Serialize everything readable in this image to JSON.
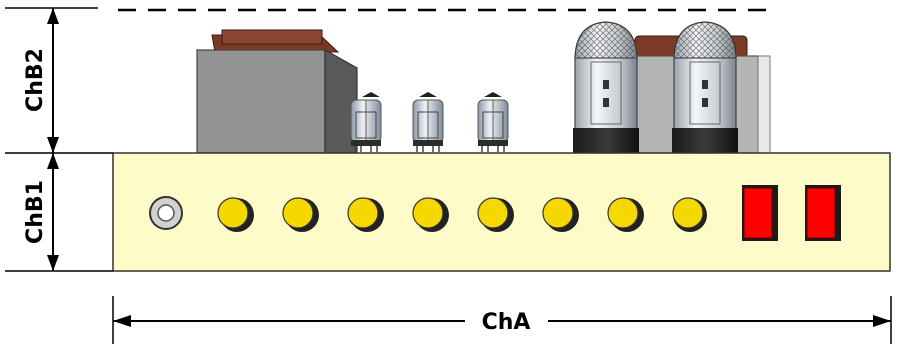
{
  "labels": {
    "height_top": "ChB2",
    "height_bottom": "ChB1",
    "width": "ChA"
  },
  "colors": {
    "chassis_face": "#fdfbc8",
    "knob_yellow": "#f5d800",
    "switch_red": "#ff0000",
    "transformer_gray": "#8f8f8f",
    "transformer_top": "#7a3a25",
    "line": "#000000"
  },
  "front_panel": {
    "jacks": [
      "input-jack"
    ],
    "knobs": [
      "knob-1",
      "knob-2",
      "knob-3",
      "knob-4",
      "knob-5",
      "knob-6",
      "knob-7",
      "knob-8"
    ],
    "switches": [
      "switch-1",
      "switch-2"
    ]
  },
  "tubes": {
    "small": [
      "preamp-tube-1",
      "preamp-tube-2",
      "preamp-tube-3"
    ],
    "large": [
      "power-tube-1",
      "power-tube-2"
    ]
  }
}
